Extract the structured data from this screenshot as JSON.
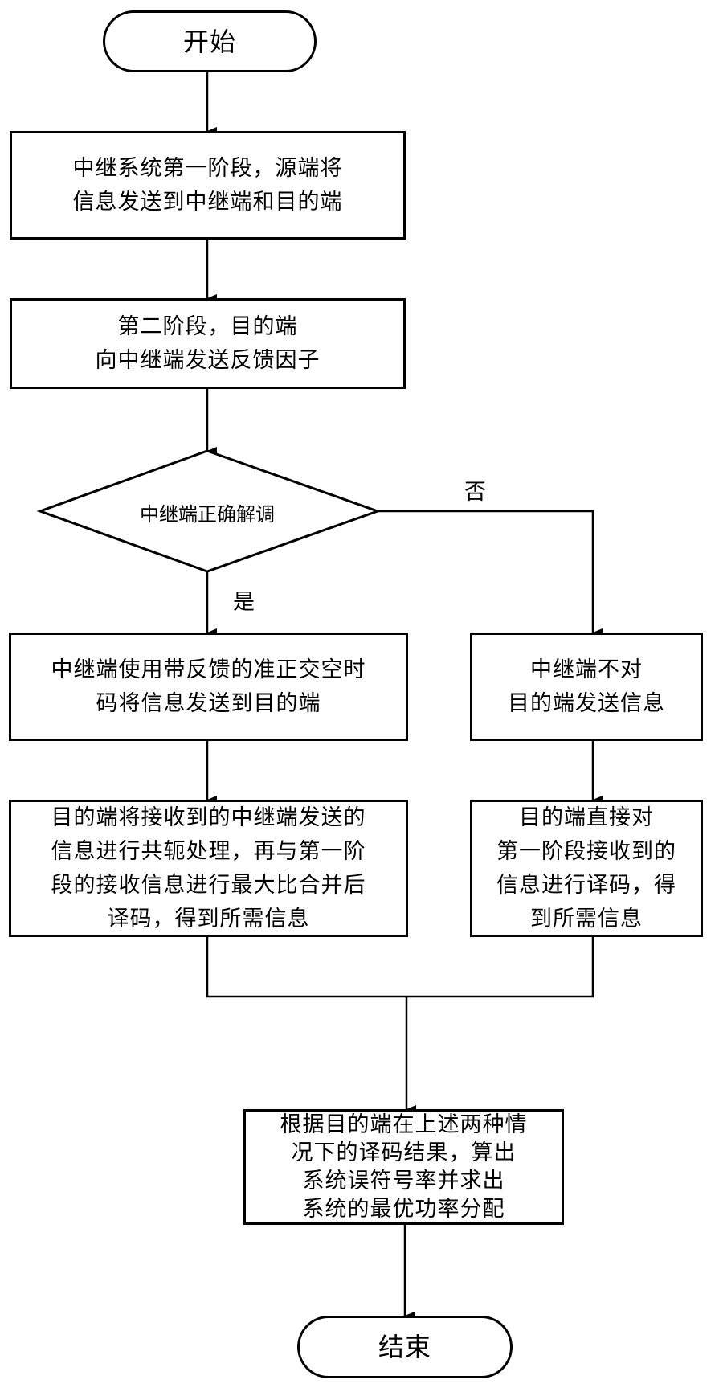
{
  "flowchart": {
    "start": "开始",
    "step1": "中继系统第一阶段，源端将\n信息发送到中继端和目的端",
    "step2": "第二阶段，目的端\n向中继端发送反馈因子",
    "decision": "中继端正确解调",
    "yes_label": "是",
    "no_label": "否",
    "yes_step1": "中继端使用带反馈的准正交空时\n码将信息发送到目的端",
    "yes_step2": "目的端将接收到的中继端发送的\n信息进行共轭处理，再与第一阶\n段的接收信息进行最大比合并后\n译码，得到所需信息",
    "no_step1": "中继端不对\n目的端发送信息",
    "no_step2": "目的端直接对\n第一阶段接收到的\n信息进行译码，得\n到所需信息",
    "final_step": "根据目的端在上述两种情\n况下的译码结果，算出\n系统误符号率并求出\n系统的最优功率分配",
    "end": "结束"
  }
}
